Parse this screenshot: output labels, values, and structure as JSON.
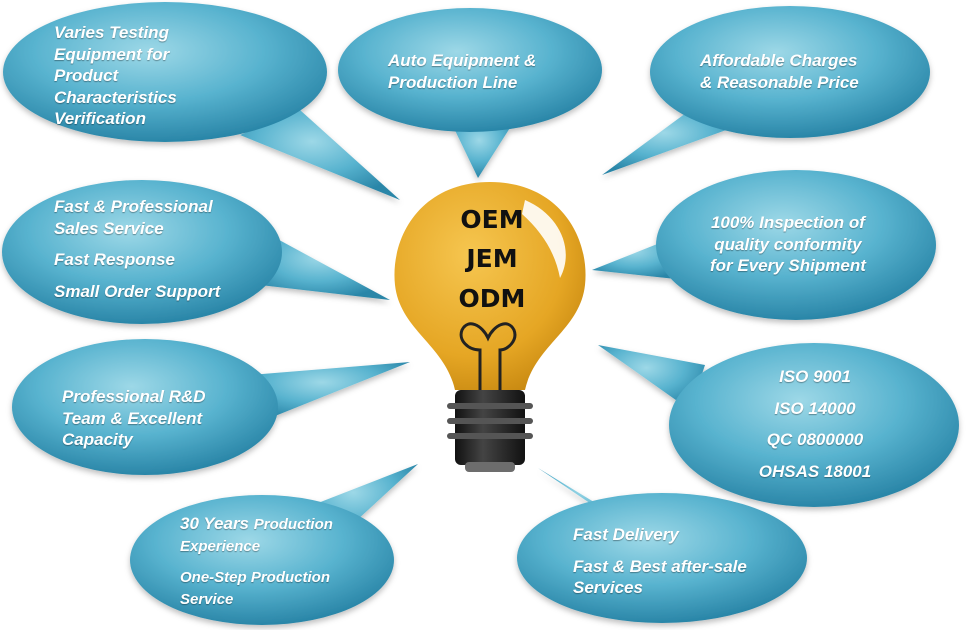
{
  "bulb": {
    "lines": [
      "OEM",
      "JEM",
      "ODM"
    ]
  },
  "bubbles": {
    "testing": {
      "lines": [
        "Varies Testing",
        "Equipment for",
        "Product",
        "Characteristics",
        "Verification"
      ]
    },
    "auto": {
      "lines": [
        "Auto Equipment &",
        "Production Line"
      ]
    },
    "price": {
      "lines": [
        "Affordable Charges",
        "& Reasonable Price"
      ]
    },
    "sales": {
      "lines": [
        "Fast & Professional",
        "Sales Service",
        "Fast Response",
        "Small Order Support"
      ]
    },
    "inspection": {
      "lines": [
        "100% Inspection of",
        "quality conformity",
        "for Every Shipment"
      ]
    },
    "rd": {
      "lines": [
        "Professional R&D",
        "Team & Excellent",
        "Capacity"
      ]
    },
    "iso": {
      "lines": [
        "ISO 9001",
        "ISO 14000",
        "QC 0800000",
        "OHSAS 18001"
      ]
    },
    "years": {
      "lines": [
        "30 Years",
        "Production",
        "Experience",
        "One-Step  Production",
        "Service"
      ]
    },
    "delivery": {
      "lines": [
        "Fast Delivery",
        "Fast & Best after-sale",
        "Services"
      ]
    }
  },
  "colors": {
    "bubble_light": "#8ccfe0",
    "bubble_dark": "#2f8fb0",
    "bulb_yellow": "#e8ac2a",
    "bulb_base": "#2a2a2a",
    "text": "#ffffff"
  }
}
